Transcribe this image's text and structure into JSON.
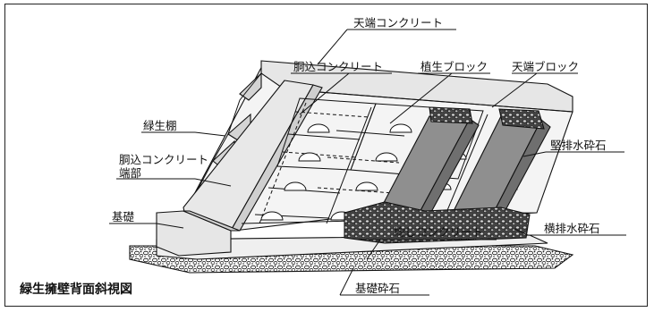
{
  "diagram": {
    "title": "緑生擁壁背面斜視図",
    "labels": {
      "tenbata_concrete": "天端コンクリート",
      "dokomi_concrete": "胴込コンクリート",
      "shokusei_block": "植生ブロック",
      "tenbata_block": "天端ブロック",
      "ryokusei_dana": "緑生棚",
      "dokomi_edge_line1": "胴込コンクリート",
      "dokomi_edge_line2": "端部",
      "kiso": "基礎",
      "tate_haisui": "堅排水砕石",
      "yoko_haisui": "横排水砕石",
      "narashi_concrete": "均しコンクリート",
      "kiso_saiseki": "基礎砕石"
    },
    "colors": {
      "stroke": "#111111",
      "wall_light": "#f2f2f2",
      "wall_mid": "#e2e2e2",
      "wall_dark": "#cfcfcf",
      "drain_gray": "#8f8f8f",
      "gravel": "#555555"
    }
  }
}
